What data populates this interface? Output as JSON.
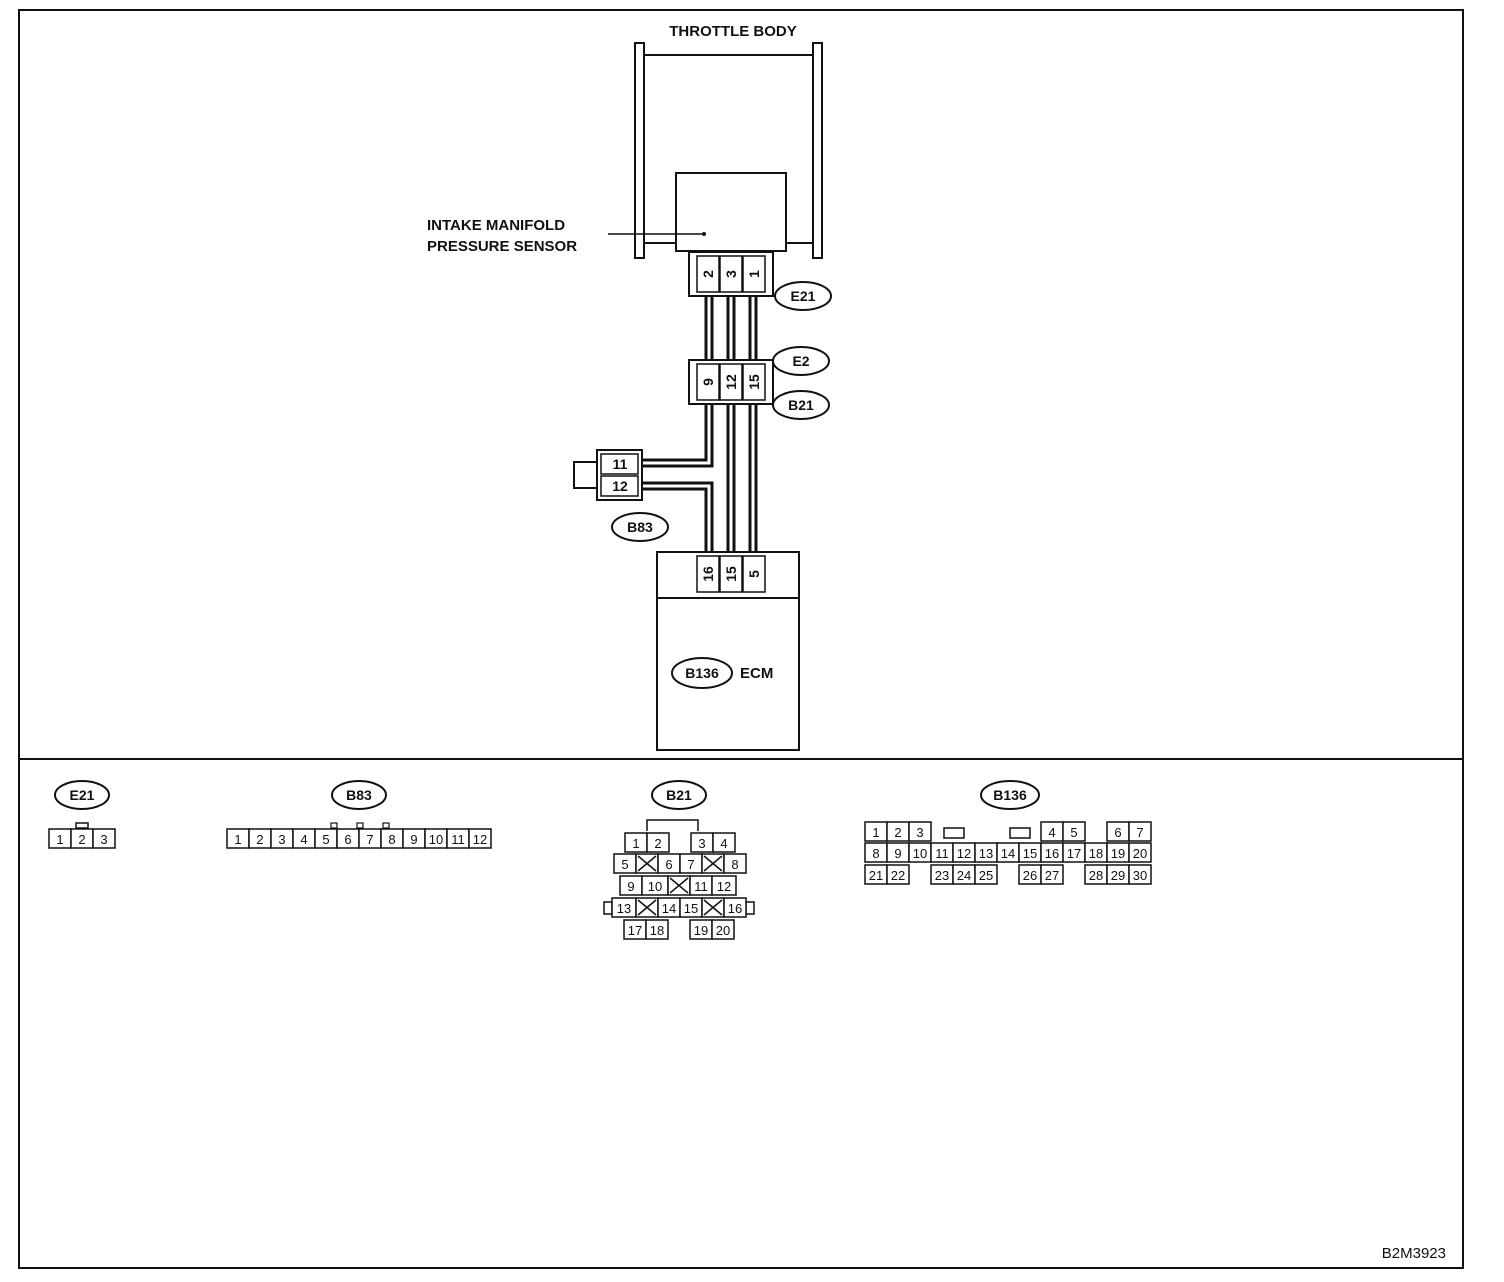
{
  "labels": {
    "throttle_body": "THROTTLE BODY",
    "sensor_line1": "INTAKE MANIFOLD",
    "sensor_line2": "PRESSURE SENSOR",
    "ecm": "ECM",
    "figure_code": "B2M3923"
  },
  "connectors": {
    "e21": {
      "tag": "E21",
      "pins": [
        "2",
        "3",
        "1"
      ]
    },
    "e2": {
      "tag": "E2"
    },
    "b21": {
      "tag": "B21",
      "pins": [
        "9",
        "12",
        "15"
      ]
    },
    "b83": {
      "tag": "B83",
      "pins": [
        "11",
        "12"
      ]
    },
    "b136": {
      "tag": "B136",
      "pins": [
        "16",
        "15",
        "5"
      ]
    }
  },
  "connector_views": {
    "e21": {
      "tag": "E21",
      "pins": [
        "1",
        "2",
        "3"
      ]
    },
    "b83": {
      "tag": "B83",
      "pins": [
        "1",
        "2",
        "3",
        "4",
        "5",
        "6",
        "7",
        "8",
        "9",
        "10",
        "11",
        "12"
      ]
    },
    "b21": {
      "tag": "B21",
      "rows": [
        [
          "1",
          "2",
          "3",
          "4"
        ],
        [
          "5",
          "6",
          "7",
          "8"
        ],
        [
          "9",
          "10",
          "11",
          "12"
        ],
        [
          "13",
          "14",
          "15",
          "16"
        ],
        [
          "17",
          "18",
          "19",
          "20"
        ]
      ]
    },
    "b136": {
      "tag": "B136",
      "rows": [
        [
          "1",
          "2",
          "3",
          "4",
          "5",
          "6",
          "7"
        ],
        [
          "8",
          "9",
          "10",
          "11",
          "12",
          "13",
          "14",
          "15",
          "16",
          "17",
          "18",
          "19",
          "20"
        ],
        [
          "21",
          "22",
          "23",
          "24",
          "25",
          "26",
          "27",
          "28",
          "29",
          "30"
        ]
      ]
    }
  }
}
